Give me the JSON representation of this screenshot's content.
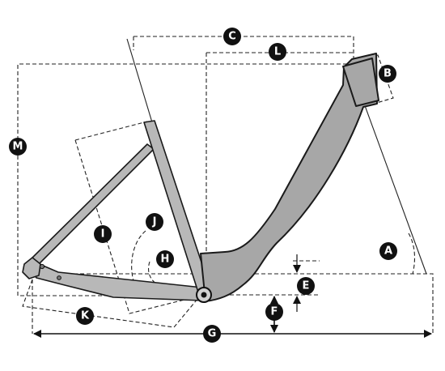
{
  "labels": {
    "A": "A",
    "B": "B",
    "C": "C",
    "E": "E",
    "F": "F",
    "G": "G",
    "H": "H",
    "I": "I",
    "J": "J",
    "K": "K",
    "L": "L",
    "M": "M"
  },
  "colors": {
    "frame_fill": "#a7a7a7",
    "frame_stroke": "#1a1a1a",
    "badge_fill": "#111111",
    "badge_text": "#ffffff",
    "line": "#222222"
  }
}
